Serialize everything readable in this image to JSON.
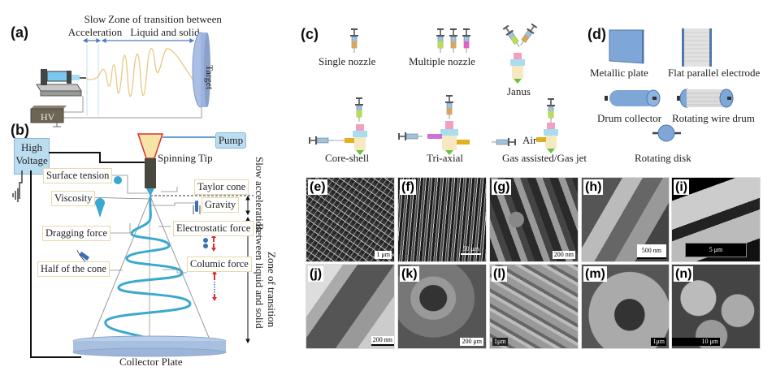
{
  "panel_a": {
    "label": "(a)",
    "slow_acceleration": [
      "Slow",
      "Acceleration"
    ],
    "transition_zone": [
      "Zone of transition between",
      "Liquid and solid"
    ],
    "target": "Target",
    "hv": "HV"
  },
  "panel_b": {
    "label": "(b)",
    "high_voltage": [
      "High",
      "Voltage"
    ],
    "pump": "Pump",
    "spinning_tip": "Spinning Tip",
    "forces": {
      "surface_tension": "Surface tension",
      "taylor_cone": "Taylor cone",
      "viscosity": "Viscosity",
      "gravity": "Gravity",
      "electrostatic": "Electrostatic force",
      "dragging": "Dragging force",
      "half_cone": "Half of the cone",
      "columic": "Columic force"
    },
    "slow_acceleration_side": "Slow acceleration",
    "transition_side": [
      "Zone of transition",
      "Between liquid and solid"
    ],
    "collector_plate": "Collector Plate"
  },
  "panel_c": {
    "label": "(c)",
    "nozzles": {
      "single": "Single nozzle",
      "multiple": "Multiple nozzle",
      "janus": "Janus",
      "core_shell": "Core-shell",
      "tri_axial": "Tri-axial",
      "gas_assisted": "Gas assisted/Gas jet",
      "air": "Air"
    }
  },
  "panel_d": {
    "label": "(d)",
    "collectors": {
      "metallic_plate": "Metallic plate",
      "flat_parallel": "Flat parallel electrode",
      "drum": "Drum collector",
      "wire_drum": "Rotating wire drum",
      "disk": "Rotating disk"
    }
  },
  "sem_images": [
    {
      "label": "(e)",
      "scale": "1 μm"
    },
    {
      "label": "(f)",
      "scale": "50 μm"
    },
    {
      "label": "(g)",
      "scale": "200 nm"
    },
    {
      "label": "(h)",
      "scale": "500 nm"
    },
    {
      "label": "(i)",
      "scale": "5 μm"
    },
    {
      "label": "(j)",
      "scale": "200 nm"
    },
    {
      "label": "(k)",
      "scale": "200 μm"
    },
    {
      "label": "(l)",
      "scale": "1μm"
    },
    {
      "label": "(m)",
      "scale": "1μm"
    },
    {
      "label": "(n)",
      "scale": "10 μm"
    }
  ]
}
